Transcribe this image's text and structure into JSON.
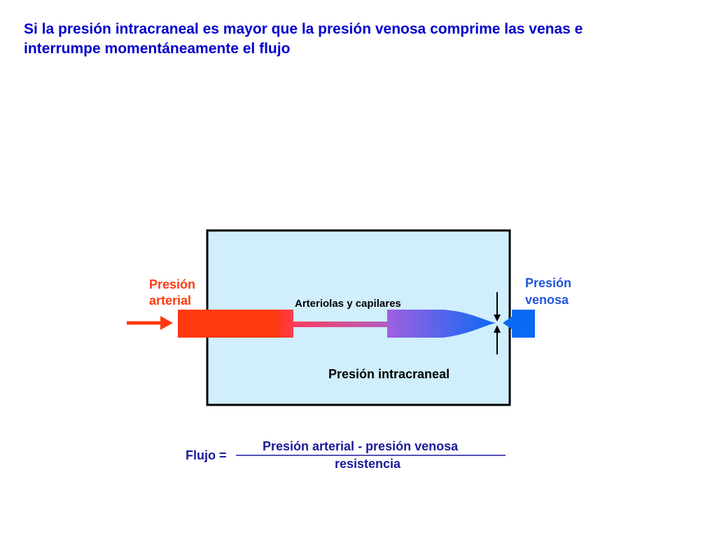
{
  "title": {
    "line1": "Si la presión intracraneal es mayor que la presión venosa comprime las venas e",
    "line2": "interrumpe momentáneamente el flujo"
  },
  "colors": {
    "title": "#0000cc",
    "arterial": "#ff3a10",
    "venous": "#0a6af5",
    "chamber_fill": "#d0eefc",
    "chamber_border": "#000000",
    "vessel_mid": "#a060e0"
  },
  "labels": {
    "arterial_pressure": [
      "Presión",
      "arterial"
    ],
    "venous_pressure": [
      "Presión",
      "venosa"
    ],
    "arterioles": "Arteriolas y capilares",
    "intracranial": "Presión intracraneal"
  },
  "formula": {
    "lhs": "Flujo =",
    "numerator": "Presión arterial  - presión venosa",
    "denominator": "resistencia"
  }
}
